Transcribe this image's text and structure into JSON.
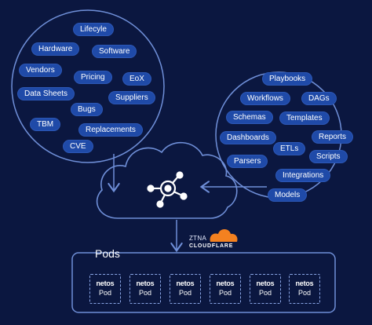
{
  "left_bubble": {
    "items": [
      "Lifecyle",
      "Hardware",
      "Software",
      "Vendors",
      "Pricing",
      "EoX",
      "Data Sheets",
      "Suppliers",
      "Bugs",
      "TBM",
      "Replacements",
      "CVE"
    ]
  },
  "right_bubble": {
    "items": [
      "Playbooks",
      "Workflows",
      "DAGs",
      "Schemas",
      "Templates",
      "Dashboards",
      "Reports",
      "ETLs",
      "Parsers",
      "Scripts",
      "Integrations",
      "Models"
    ]
  },
  "pods": {
    "title": "Pods",
    "pods": [
      {
        "brand": "netos",
        "label": "Pod"
      },
      {
        "brand": "netos",
        "label": "Pod"
      },
      {
        "brand": "netos",
        "label": "Pod"
      },
      {
        "brand": "netos",
        "label": "Pod"
      },
      {
        "brand": "netos",
        "label": "Pod"
      },
      {
        "brand": "netos",
        "label": "Pod"
      }
    ]
  },
  "ztna": {
    "label": "ZTNA",
    "provider": "CLOUDFLARE"
  },
  "colors": {
    "background": "#0b1740",
    "pill": "#1f4aa8",
    "line": "#6f8fd8",
    "accent": "#f48120"
  }
}
